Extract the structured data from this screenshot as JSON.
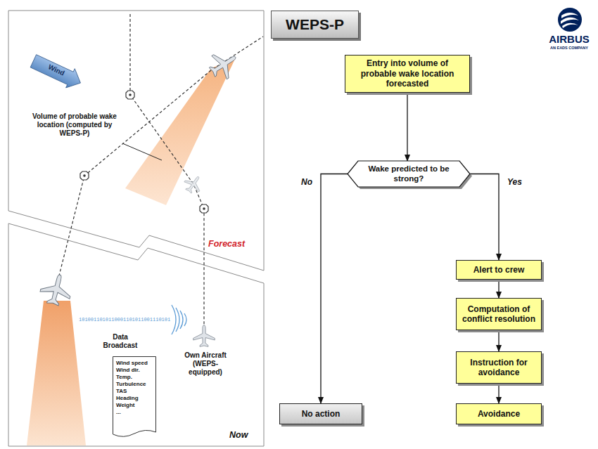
{
  "diagram": {
    "title": "WEPS-P",
    "nodes": [
      {
        "text": [
          "Entry into volume of probable wake location forecasted"
        ]
      },
      {
        "text": [
          "Wake predicted to be strong?"
        ]
      },
      {
        "text": [
          "Alert to crew"
        ]
      },
      {
        "text": [
          "Computation of conflict resolution"
        ]
      },
      {
        "text": [
          "Instruction for avoidance"
        ]
      },
      {
        "text": [
          "Avoidance"
        ]
      },
      {
        "text": [
          "No action"
        ]
      },
      {
        "text": [
          "Wind speed",
          "Wind dir.",
          "Temp.",
          "Turbulence",
          "TAS",
          "Heading",
          "Weight",
          "..."
        ]
      }
    ],
    "edges": [
      {
        "from": 0,
        "to": 1,
        "arrow": "to"
      },
      {
        "from": 1,
        "to": 6,
        "arrow": "to",
        "label": "No"
      },
      {
        "from": 1,
        "to": 2,
        "arrow": "to",
        "label": "Yes"
      },
      {
        "from": 2,
        "to": 3,
        "arrow": "to"
      },
      {
        "from": 3,
        "to": 4,
        "arrow": "to"
      },
      {
        "from": 4,
        "to": 5,
        "arrow": "to"
      }
    ],
    "labels": [
      "AIRBUS",
      "AN EADS COMPANY",
      "Wind",
      "Volume of probable wake location (computed by WEPS-P)",
      "Forecast",
      "1010011010110001101011001110101",
      "Data Broadcast",
      "Own Aircraft (WEPS-equipped)",
      "Now"
    ]
  }
}
